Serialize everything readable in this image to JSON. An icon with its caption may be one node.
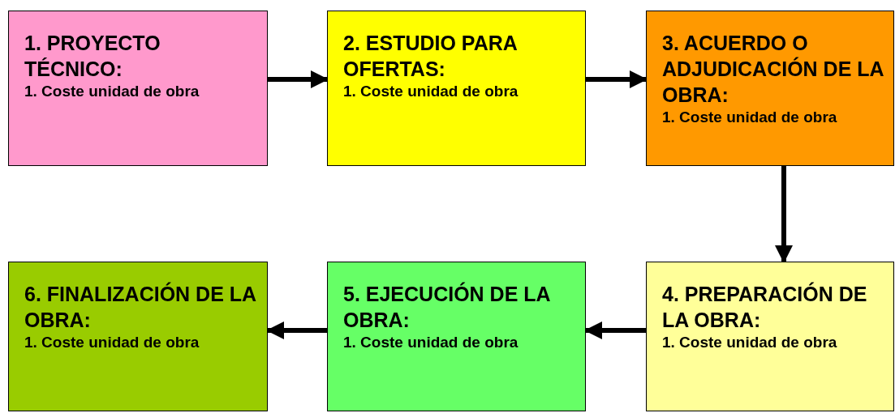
{
  "diagram": {
    "nodes": [
      {
        "text": [
          "1. PROYECTO TÉCNICO:",
          "1. Coste unidad de obra"
        ]
      },
      {
        "text": [
          "2. ESTUDIO PARA OFERTAS:",
          "1. Coste unidad de obra"
        ]
      },
      {
        "text": [
          "3. ACUERDO O ADJUDICACIÓN DE LA OBRA:",
          "1. Coste unidad de obra"
        ]
      },
      {
        "text": [
          "4. PREPARACIÓN DE LA OBRA:",
          "1. Coste unidad de obra"
        ]
      },
      {
        "text": [
          "5. EJECUCIÓN DE LA OBRA:",
          "1. Coste unidad de obra"
        ]
      },
      {
        "text": [
          "6. FINALIZACIÓN DE LA OBRA:",
          "1. Coste unidad de obra"
        ]
      }
    ],
    "edges": [
      {
        "from": 0,
        "to": 1,
        "arrow": "to"
      },
      {
        "from": 1,
        "to": 2,
        "arrow": "to"
      },
      {
        "from": 2,
        "to": 3,
        "arrow": "to"
      },
      {
        "from": 3,
        "to": 4,
        "arrow": "to"
      },
      {
        "from": 4,
        "to": 5,
        "arrow": "to"
      }
    ]
  }
}
